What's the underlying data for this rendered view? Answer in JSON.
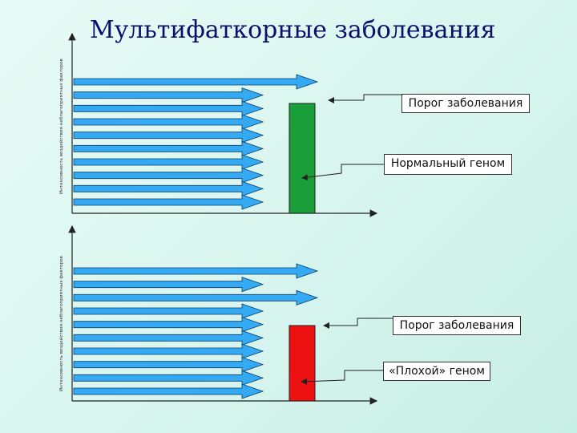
{
  "title": "Мультифаткорные заболевания",
  "panels": [
    {
      "axis_label": "Интенсивность воздействия неблагоприятных факторов",
      "threshold_label": "Порог заболевания",
      "genome_label": "Нормальный геном",
      "genome_color": "#1a9e3a",
      "arrow_count": 10
    },
    {
      "axis_label": "Интенсивность воздействия неблагоприятных факторов",
      "threshold_label": "Порог заболевания",
      "genome_label": "«Плохой» геном",
      "genome_color": "#ee1111",
      "arrow_count": 10
    }
  ],
  "colors": {
    "arrow_fill": "#33aaf3",
    "arrow_stroke": "#0c3c66",
    "axis": "#222222",
    "title": "#0a0f6e"
  }
}
